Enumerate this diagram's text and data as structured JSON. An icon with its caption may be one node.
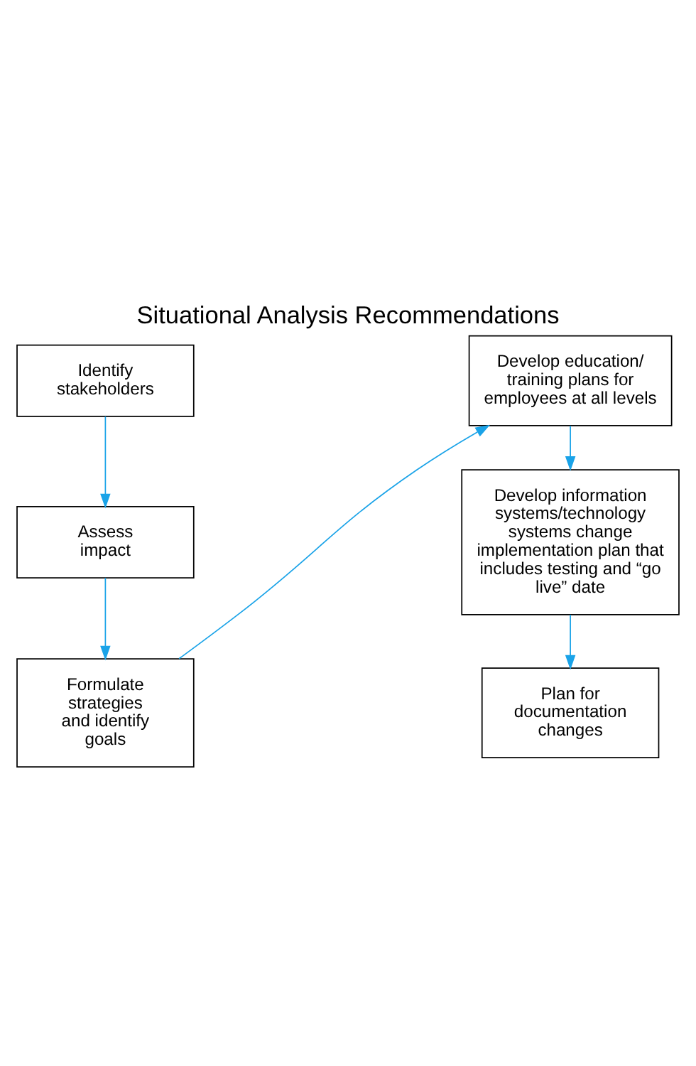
{
  "diagram": {
    "title": "Situational Analysis Recommendations",
    "nodes": [
      {
        "text": [
          "Identify stakeholders"
        ]
      },
      {
        "text": [
          "Assess impact"
        ]
      },
      {
        "text": [
          "Formulate strategies and identify goals"
        ]
      },
      {
        "text": [
          "Develop education/ training plans for employees at all levels"
        ]
      },
      {
        "text": [
          "Develop information systems/technology systems change implementation plan that includes testing and “go live” date"
        ]
      },
      {
        "text": [
          "Plan for documentation changes"
        ]
      }
    ],
    "edges": [
      {
        "from": 0,
        "to": 1,
        "arrow": "to"
      },
      {
        "from": 1,
        "to": 2,
        "arrow": "to"
      },
      {
        "from": 2,
        "to": 3,
        "arrow": "to"
      },
      {
        "from": 3,
        "to": 4,
        "arrow": "to"
      },
      {
        "from": 4,
        "to": 5,
        "arrow": "to"
      }
    ]
  }
}
